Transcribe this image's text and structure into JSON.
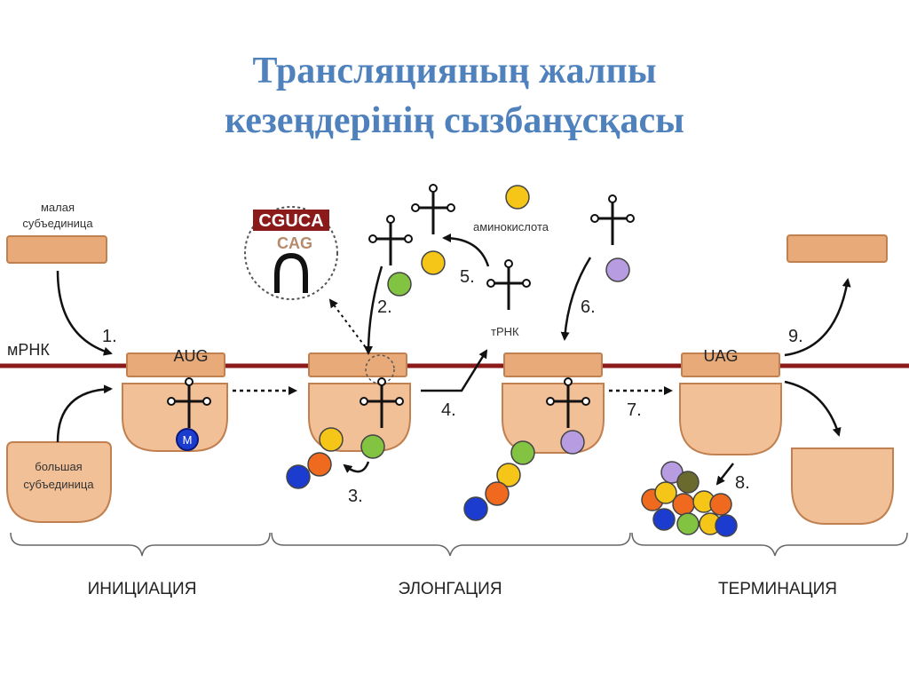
{
  "title": {
    "line1": "Трансляцияның жалпы",
    "line2": "кезеңдерінің сызбанұсқасы"
  },
  "labels": {
    "small_subunit_1": "малая",
    "small_subunit_2": "субъединица",
    "large_subunit_1": "большая",
    "large_subunit_2": "субъединица",
    "mrna": "мРНК",
    "trna": "тРНК",
    "amino_acid": "аминокислота",
    "start_codon": "AUG",
    "stop_codon": "UAG",
    "met": "M",
    "mrna_zoom": "CGUCA",
    "anticodon_zoom": "CAG"
  },
  "steps": [
    "1.",
    "2.",
    "3.",
    "4.",
    "5.",
    "6.",
    "7.",
    "8.",
    "9."
  ],
  "phases": {
    "initiation": "ИНИЦИАЦИЯ",
    "elongation": "ЭЛОНГАЦИЯ",
    "termination": "ТЕРМИНАЦИЯ"
  },
  "colors": {
    "title": "#4f81bd",
    "mrna": "#8b1a1a",
    "subunit": "#f2c097",
    "subunit_stroke": "#c08050",
    "bar": "#e8aa78",
    "green": "#82c341",
    "yellow": "#f5c518",
    "orange": "#ef6a1f",
    "blue": "#1c3ccf",
    "purple": "#b79ce2",
    "olive": "#6b6a2e"
  }
}
